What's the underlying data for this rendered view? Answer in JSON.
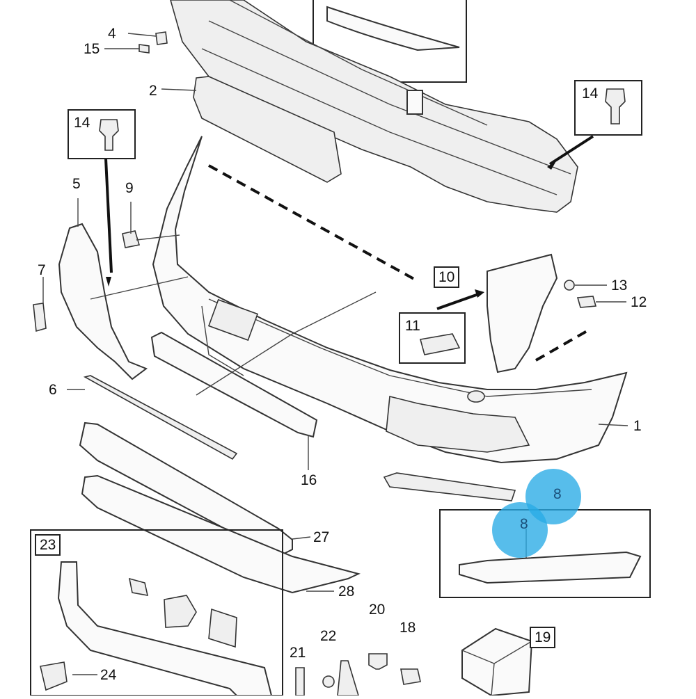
{
  "callouts": {
    "c1": "1",
    "c2": "2",
    "c4": "4",
    "c5": "5",
    "c6": "6",
    "c7": "7",
    "c8a": "8",
    "c8b": "8",
    "c9": "9",
    "c10": "10",
    "c11": "11",
    "c12": "12",
    "c13": "13",
    "c14a": "14",
    "c14b": "14",
    "c15": "15",
    "c16": "16",
    "c18": "18",
    "c19": "19",
    "c20": "20",
    "c21": "21",
    "c22": "22",
    "c23": "23",
    "c24": "24",
    "c27": "27",
    "c28": "28"
  },
  "highlight_color": "#28aae6"
}
